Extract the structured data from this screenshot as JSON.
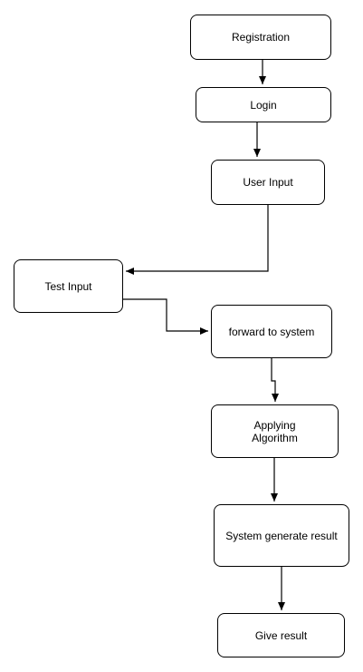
{
  "diagram": {
    "type": "flowchart",
    "nodes": [
      {
        "id": "registration",
        "label": "Registration"
      },
      {
        "id": "login",
        "label": "Login"
      },
      {
        "id": "user-input",
        "label": "User Input"
      },
      {
        "id": "test-input",
        "label": "Test Input"
      },
      {
        "id": "forward",
        "label": "forward to system"
      },
      {
        "id": "applying",
        "label": "Applying\nAlgorithm"
      },
      {
        "id": "generate",
        "label": "System generate result"
      },
      {
        "id": "give-result",
        "label": "Give result"
      }
    ],
    "edges": [
      {
        "from": "registration",
        "to": "login"
      },
      {
        "from": "login",
        "to": "user-input"
      },
      {
        "from": "user-input",
        "to": "test-input"
      },
      {
        "from": "test-input",
        "to": "forward"
      },
      {
        "from": "forward",
        "to": "applying"
      },
      {
        "from": "applying",
        "to": "generate"
      },
      {
        "from": "generate",
        "to": "give-result"
      }
    ],
    "colors": {
      "stroke": "#000000",
      "fill": "#ffffff",
      "text": "#000000"
    }
  }
}
